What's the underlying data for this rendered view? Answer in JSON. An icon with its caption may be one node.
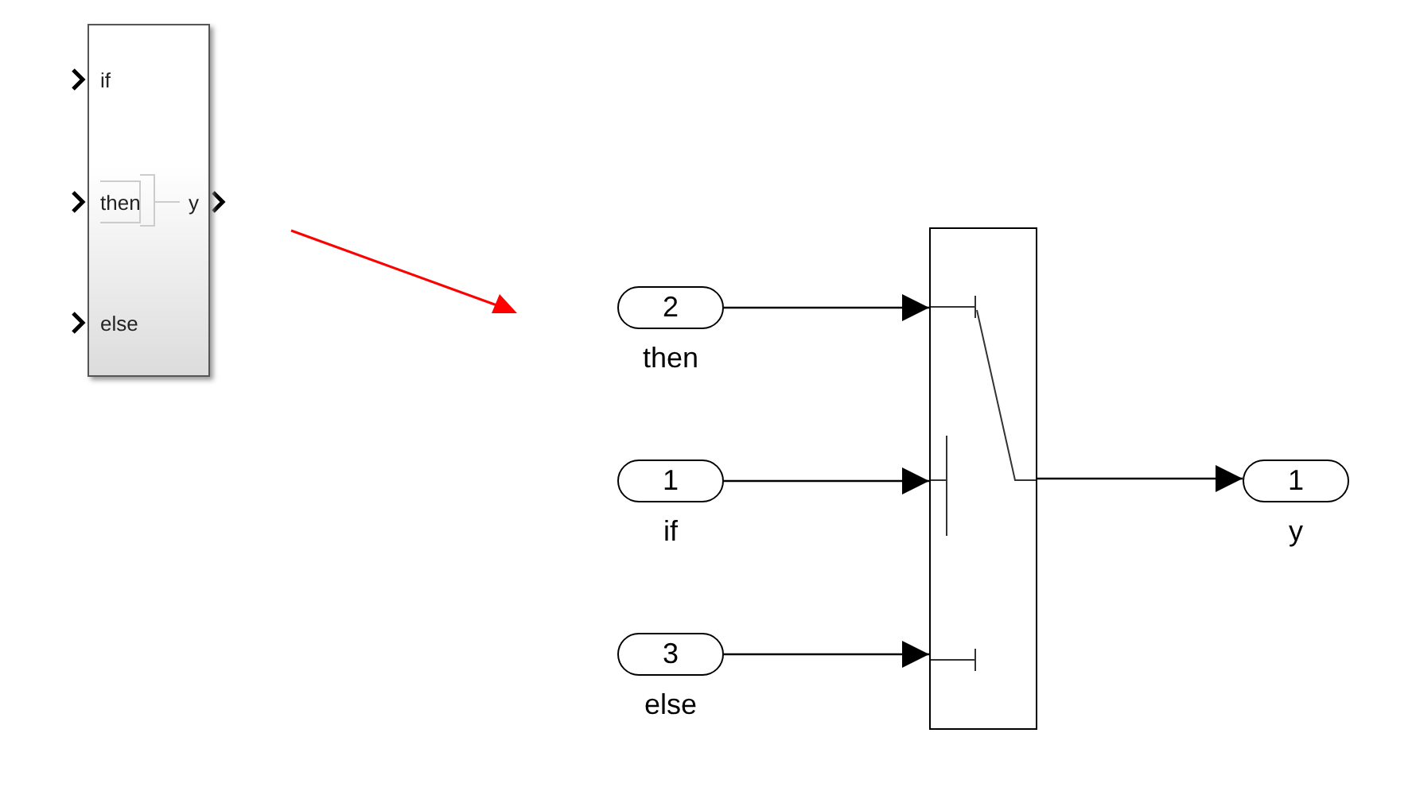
{
  "diagram": {
    "nodes": [
      {
        "text": [
          "if",
          "then",
          "else",
          "y"
        ]
      },
      {
        "text": [
          "2"
        ],
        "beside": [
          "then"
        ]
      },
      {
        "text": [
          "1"
        ],
        "beside": [
          "if"
        ]
      },
      {
        "text": [
          "3"
        ],
        "beside": [
          "else"
        ]
      },
      {
        "text": [],
        "shape": "box"
      },
      {
        "text": [
          "1"
        ],
        "beside": [
          "y"
        ]
      }
    ],
    "edges": [
      {
        "from": 1,
        "to": 4,
        "arrow": "to"
      },
      {
        "from": 2,
        "to": 4,
        "arrow": "to"
      },
      {
        "from": 3,
        "to": 4,
        "arrow": "to"
      },
      {
        "from": 4,
        "to": 5,
        "arrow": "to"
      }
    ]
  }
}
